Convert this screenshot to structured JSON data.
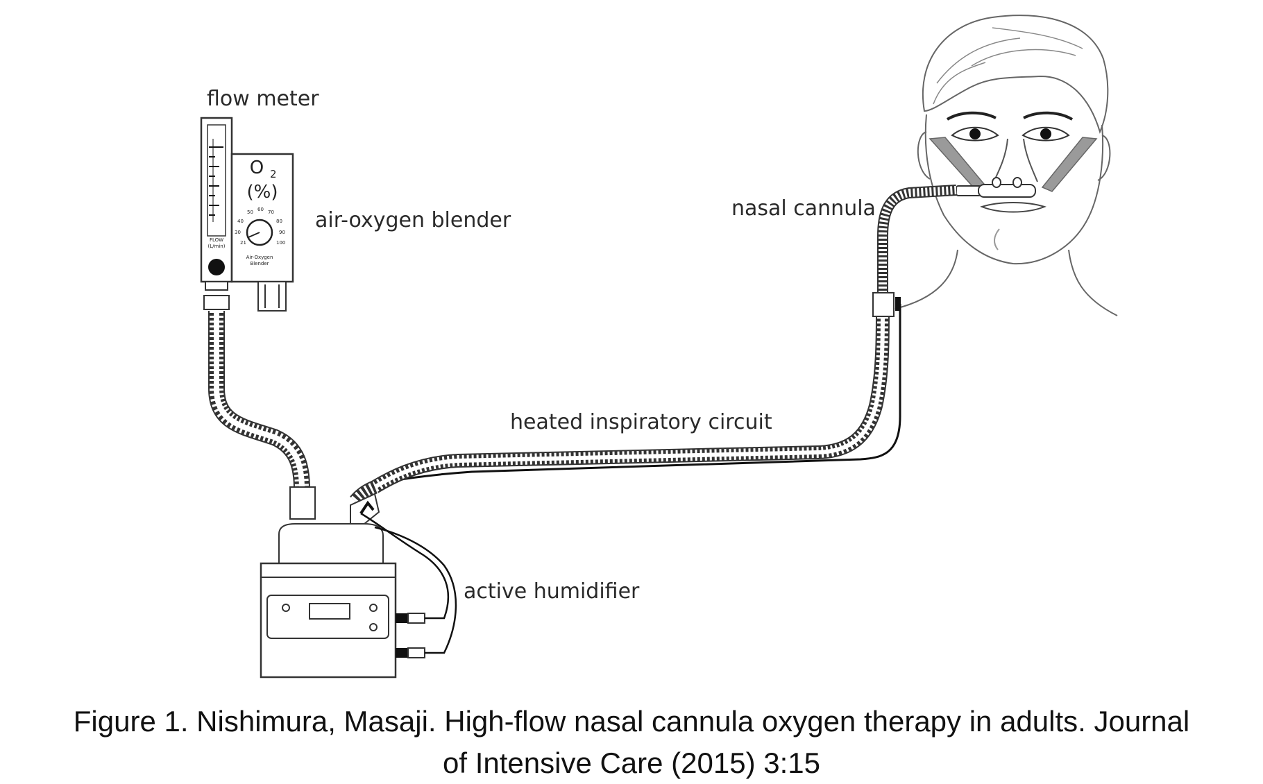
{
  "labels": {
    "flow_meter": "flow meter",
    "blender": "air-oxygen blender",
    "nasal_cannula": "nasal cannula",
    "heated_circuit": "heated inspiratory circuit",
    "humidifier": "active humidifier"
  },
  "blender_panel": {
    "o2": "O",
    "o2_sub": "2",
    "percent": "(%)",
    "name_line1": "Air-Oxygen",
    "name_line2": "Blender",
    "dial_ticks": [
      "21",
      "30",
      "40",
      "50",
      "60",
      "70",
      "80",
      "90",
      "100"
    ]
  },
  "flow_meter_panel": {
    "line1": "FLOW",
    "line2": "(L/min)"
  },
  "caption": {
    "line1": "Figure 1. Nishimura, Masaji. High-flow nasal cannula oxygen therapy in adults. Journal",
    "line2": "of Intensive Care (2015) 3:15"
  }
}
